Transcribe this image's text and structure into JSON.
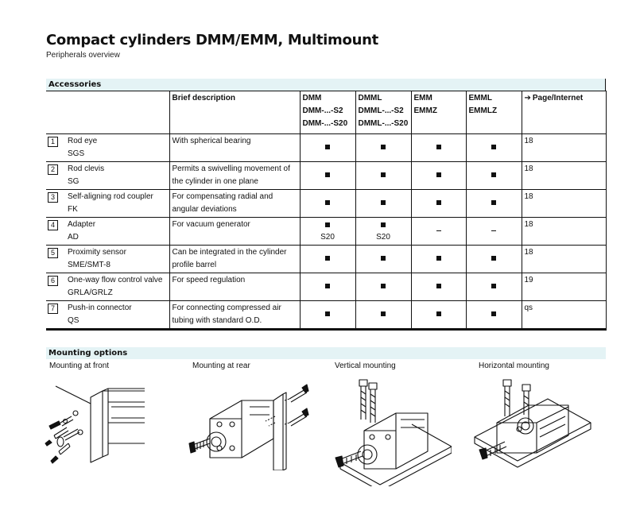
{
  "header": {
    "title": "Compact cylinders DMM/EMM, Multimount",
    "subtitle": "Peripherals overview"
  },
  "accessories": {
    "section_title": "Accessories",
    "columns": {
      "description": "Brief description",
      "dmm": [
        "DMM",
        "DMM-...-S2",
        "DMM-...-S20"
      ],
      "dmml": [
        "DMML",
        "DMML-...-S2",
        "DMML-...-S20"
      ],
      "emm": [
        "EMM",
        "EMMZ"
      ],
      "emml": [
        "EMML",
        "EMMLZ"
      ],
      "page": "Page/Internet"
    },
    "rows": [
      {
        "num": "1",
        "name": "Rod eye",
        "code": "SGS",
        "desc": [
          "With spherical bearing",
          ""
        ],
        "page": "18"
      },
      {
        "num": "2",
        "name": "Rod clevis",
        "code": "SG",
        "desc": [
          "Permits a swivelling movement of",
          "the cylinder in one plane"
        ],
        "page": "18"
      },
      {
        "num": "3",
        "name": "Self-aligning rod coupler",
        "code": "FK",
        "desc": [
          "For compensating radial and",
          "angular deviations"
        ],
        "page": "18"
      },
      {
        "num": "4",
        "name": "Adapter",
        "code": "AD",
        "desc": [
          "For vacuum generator",
          ""
        ],
        "page": "18",
        "dmm_note": "S20",
        "dmml_note": "S20"
      },
      {
        "num": "5",
        "name": "Proximity sensor",
        "code": "SME/SMT-8",
        "desc": [
          "Can be integrated in the cylinder",
          "profile barrel"
        ],
        "page": "18"
      },
      {
        "num": "6",
        "name": "One-way flow control valve",
        "code": "GRLA/GRLZ",
        "desc": [
          "For speed regulation",
          ""
        ],
        "page": "19"
      },
      {
        "num": "7",
        "name": "Push-in connector",
        "code": "QS",
        "desc": [
          "For connecting compressed air",
          "tubing with standard O.D."
        ],
        "page": "qs"
      }
    ]
  },
  "mounting": {
    "section_title": "Mounting options",
    "labels": [
      "Mounting at front",
      "Mounting at rear",
      "Vertical mounting",
      "Horizontal mounting"
    ]
  }
}
